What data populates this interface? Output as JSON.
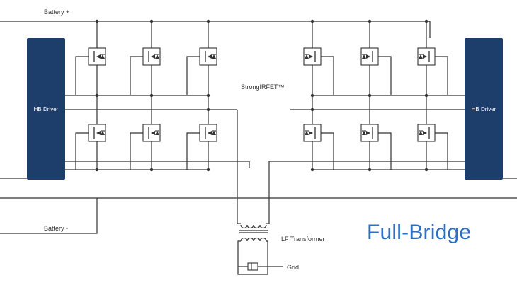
{
  "title": "Full-Bridge",
  "labels": {
    "battery_plus": "Battery +",
    "battery_minus": "Battery -",
    "fet_name": "StrongIRFET™",
    "transformer": "LF Transformer",
    "grid": "Grid"
  },
  "drivers": {
    "left": "HB Driver",
    "right": "HB Driver"
  },
  "colors": {
    "driver_fill": "#1d3d6b",
    "title": "#2f6fc2",
    "wire": "#333333"
  }
}
